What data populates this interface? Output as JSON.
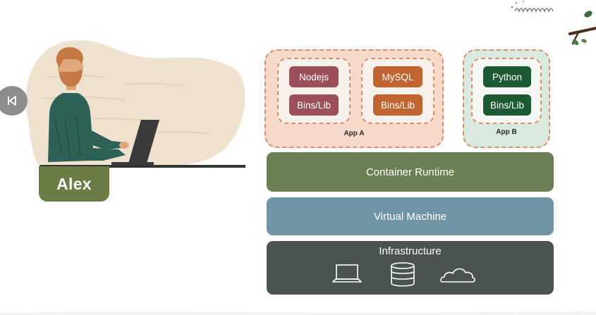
{
  "presenter": {
    "name": "Alex"
  },
  "app_a": {
    "label": "App A",
    "stack1": {
      "top": "Nodejs",
      "bottom": "Bins/Lib"
    },
    "stack2": {
      "top": "MySQL",
      "bottom": "Bins/Lib"
    }
  },
  "app_b": {
    "label": "App B",
    "stack": {
      "top": "Python",
      "bottom": "Bins/Lib"
    }
  },
  "layers": {
    "container_runtime": "Container Runtime",
    "virtual_machine": "Virtual Machine",
    "infrastructure": "Infrastructure"
  },
  "icons": {
    "back": "skip-back-icon",
    "laptop": "laptop-icon",
    "database": "database-icon",
    "cloud": "cloud-icon"
  },
  "colors": {
    "presenter_badge": "#6b7d44",
    "nodejs_chip": "#9a4f59",
    "mysql_chip": "#c06531",
    "python_chip": "#1c5a34",
    "app_a_bg": "#f6d9c9",
    "app_b_bg": "#d9e9df",
    "container_runtime": "#6b8055",
    "virtual_machine": "#6f94a5",
    "infrastructure": "#4a5350"
  }
}
